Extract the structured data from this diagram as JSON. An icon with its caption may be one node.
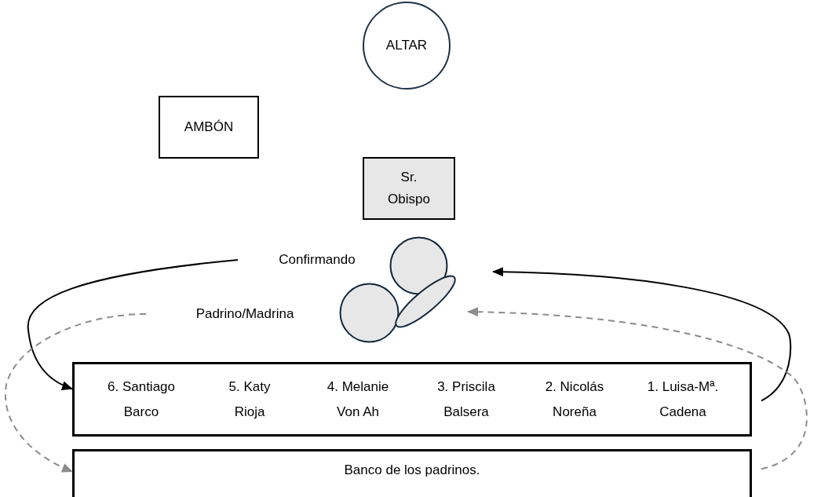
{
  "diagram": {
    "nodes": [
      {
        "text": [
          "ALTAR"
        ]
      },
      {
        "text": [
          "AMBÓN"
        ]
      },
      {
        "text": [
          "Sr. Obispo"
        ]
      },
      {
        "text": [
          "Confirmando"
        ]
      },
      {
        "text": [
          "Padrino/Madrina"
        ]
      },
      {
        "text": [],
        "shape": "circle"
      },
      {
        "text": [],
        "shape": "circle"
      },
      {
        "text": [],
        "shape": "ellipse"
      },
      {
        "text": [
          "6. Santiago Barco",
          "5. Katy Rioja",
          "4. Melanie Von Ah",
          "3. Priscila Balsera",
          "2. Nicolás Noreña",
          "1. Luisa-Mª. Cadena"
        ]
      },
      {
        "text": [
          "Banco de los padrinos."
        ]
      }
    ],
    "edges": [
      {
        "from": 3,
        "to": 8,
        "arrow": "to"
      },
      {
        "from": 8,
        "to": null,
        "arrow": "to"
      },
      {
        "from": 4,
        "to": 9,
        "arrow": "to",
        "style": "dashed",
        "color": "#8c8c8c"
      },
      {
        "from": 9,
        "to": 7,
        "arrow": "to",
        "style": "dashed",
        "color": "#8c8c8c"
      }
    ]
  }
}
